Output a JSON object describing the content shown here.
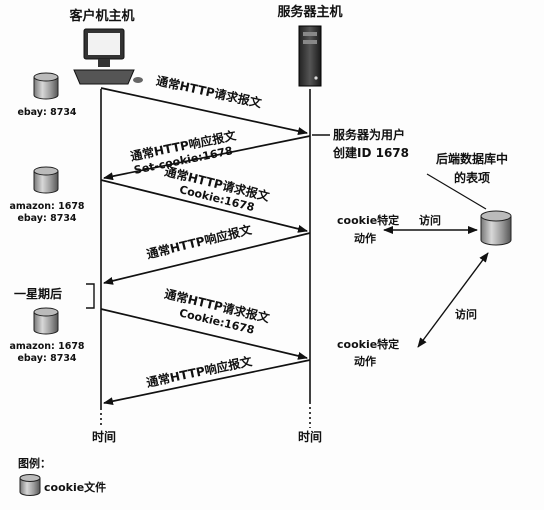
{
  "headers": {
    "client": "客户机主机",
    "server": "服务器主机"
  },
  "time_label": "时间",
  "cookie_files": {
    "c1": "ebay: 8734",
    "c2_line1": "amazon: 1678",
    "c2_line2": "ebay: 8734",
    "c3_line1": "amazon: 1678",
    "c3_line2": "ebay: 8734"
  },
  "messages": {
    "m1": "通常HTTP请求报文",
    "m2_line1": "通常HTTP响应报文",
    "m2_line2": "Set-cookie:1678",
    "m3_line1": "通常HTTP请求报文",
    "m3_line2": "Cookie:1678",
    "m4": "通常HTTP响应报文",
    "m5_line1": "通常HTTP请求报文",
    "m5_line2": "Cookie:1678",
    "m6": "通常HTTP响应报文"
  },
  "server_notes": {
    "create_line1": "服务器为用户",
    "create_line2": "创建ID 1678",
    "action1_line1": "cookie特定",
    "action1_line2": "动作",
    "action2_line1": "cookie特定",
    "action2_line2": "动作"
  },
  "database": {
    "label_line1": "后端数据库中",
    "label_line2": "的表项",
    "access1": "访问",
    "access2": "访问"
  },
  "one_week_later": "一星期后",
  "legend": {
    "title": "图例：",
    "item": "cookie文件"
  }
}
